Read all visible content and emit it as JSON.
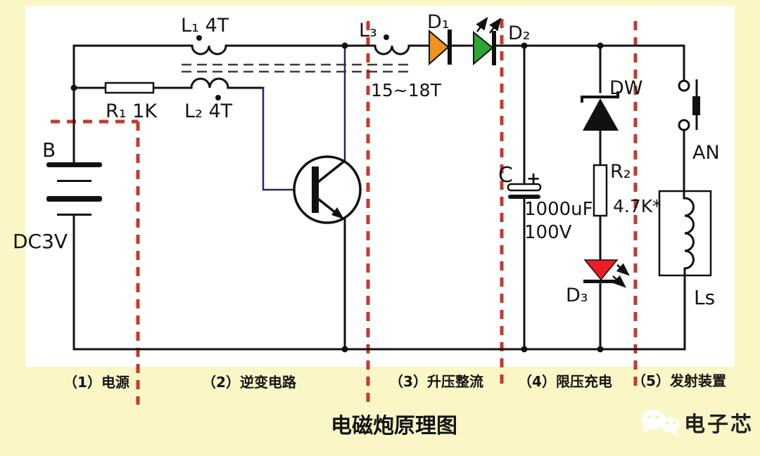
{
  "diagram": {
    "title": "电磁炮原理图",
    "watermark": "电子芯",
    "watermark_icon": "wechat-icon"
  },
  "sections": [
    {
      "label": "（1）电源"
    },
    {
      "label": "（2）逆变电路"
    },
    {
      "label": "（3）升压整流"
    },
    {
      "label": "（4）限压充电"
    },
    {
      "label": "（5）发射装置"
    }
  ],
  "components": {
    "battery": {
      "name": "B",
      "value": "DC3V"
    },
    "r1": {
      "name": "R₁ 1K"
    },
    "l1": {
      "name": "L₁ 4T"
    },
    "l2": {
      "name": "L₂ 4T"
    },
    "l3": {
      "name": "L₃",
      "turns": "15~18T"
    },
    "d1": {
      "name": "D₁"
    },
    "d2": {
      "name": "D₂"
    },
    "capacitor": {
      "name": "C",
      "polarity": "+",
      "value": "1000uF",
      "rating": "100V"
    },
    "dw": {
      "name": "DW"
    },
    "r2": {
      "name": "R₂",
      "value": "4.7K*"
    },
    "d3": {
      "name": "D₃"
    },
    "an": {
      "name": "AN"
    },
    "ls": {
      "name": "Ls"
    }
  },
  "colors": {
    "background": "#FBF6C6",
    "panel": "#FFFFFF",
    "divider_red": "#C8372D",
    "diode_orange": "#F2911E",
    "led_green": "#2DA734",
    "led_red": "#EC1C24",
    "wire_blue": "#23266B",
    "wire_black": "#111111"
  }
}
